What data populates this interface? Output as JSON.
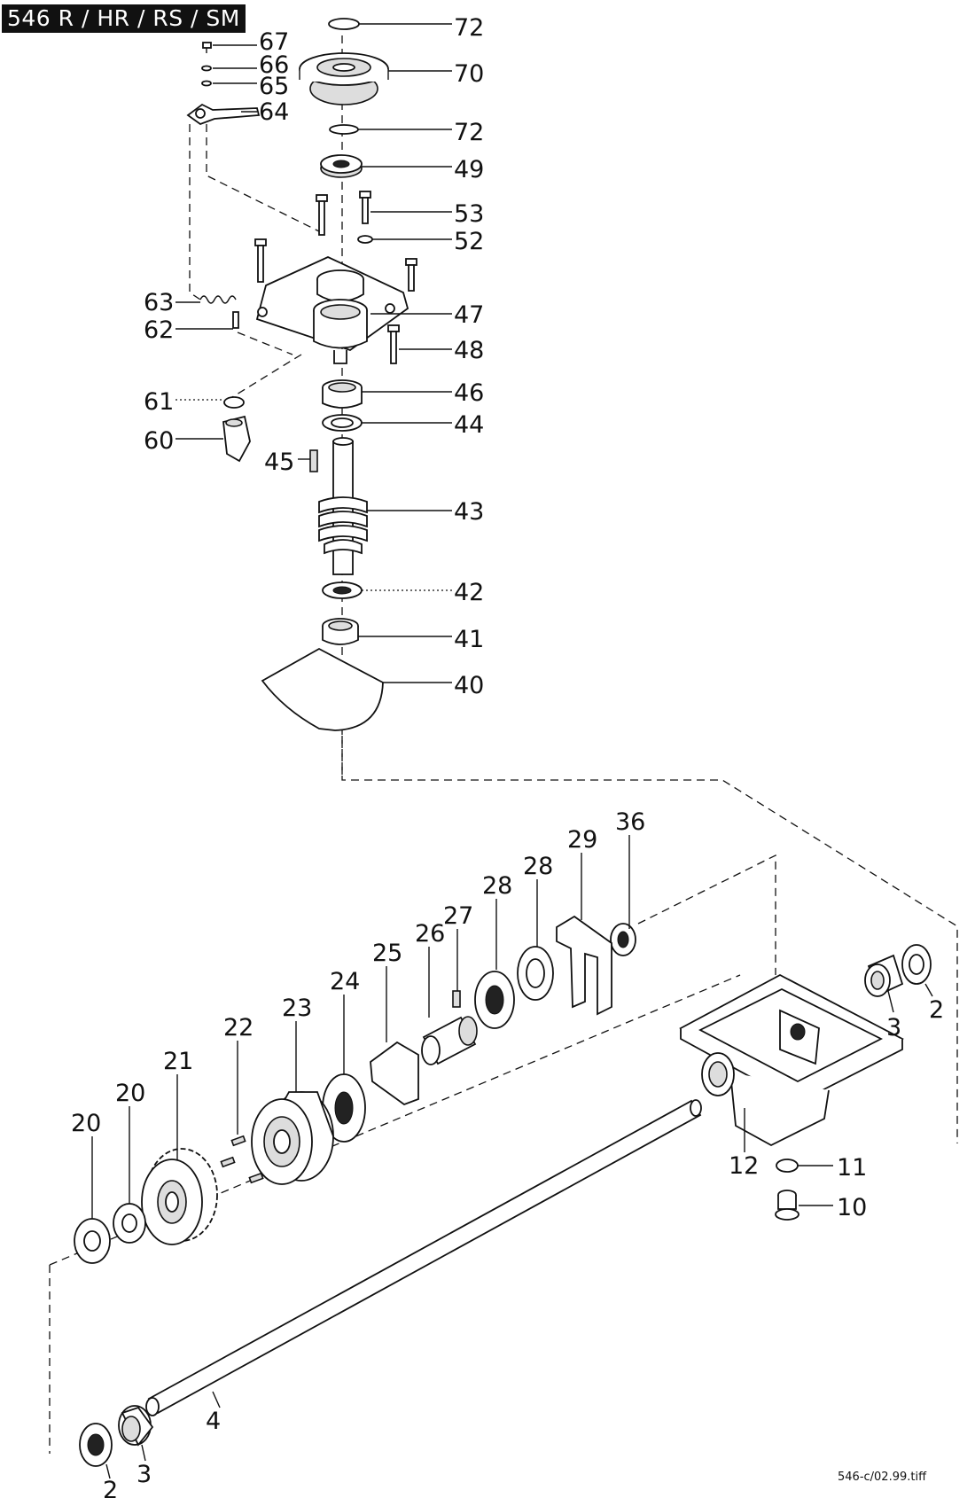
{
  "header": {
    "title": "546 R / HR / RS / SM"
  },
  "footer": {
    "file": "546-c/02.99.tiff"
  },
  "callouts": [
    {
      "id": "c72a",
      "text": "72"
    },
    {
      "id": "c67",
      "text": "67"
    },
    {
      "id": "c66",
      "text": "66"
    },
    {
      "id": "c70",
      "text": "70"
    },
    {
      "id": "c65",
      "text": "65"
    },
    {
      "id": "c64",
      "text": "64"
    },
    {
      "id": "c72b",
      "text": "72"
    },
    {
      "id": "c49",
      "text": "49"
    },
    {
      "id": "c53",
      "text": "53"
    },
    {
      "id": "c52",
      "text": "52"
    },
    {
      "id": "c63",
      "text": "63"
    },
    {
      "id": "c47",
      "text": "47"
    },
    {
      "id": "c62",
      "text": "62"
    },
    {
      "id": "c48",
      "text": "48"
    },
    {
      "id": "c61",
      "text": "61"
    },
    {
      "id": "c46",
      "text": "46"
    },
    {
      "id": "c44",
      "text": "44"
    },
    {
      "id": "c60",
      "text": "60"
    },
    {
      "id": "c45",
      "text": "45"
    },
    {
      "id": "c43",
      "text": "43"
    },
    {
      "id": "c42",
      "text": "42"
    },
    {
      "id": "c41",
      "text": "41"
    },
    {
      "id": "c40",
      "text": "40"
    },
    {
      "id": "c36",
      "text": "36"
    },
    {
      "id": "c29",
      "text": "29"
    },
    {
      "id": "c28a",
      "text": "28"
    },
    {
      "id": "c28b",
      "text": "28"
    },
    {
      "id": "c27",
      "text": "27"
    },
    {
      "id": "c26",
      "text": "26"
    },
    {
      "id": "c25",
      "text": "25"
    },
    {
      "id": "c24",
      "text": "24"
    },
    {
      "id": "c23",
      "text": "23"
    },
    {
      "id": "c22",
      "text": "22"
    },
    {
      "id": "c21",
      "text": "21"
    },
    {
      "id": "c20a",
      "text": "20"
    },
    {
      "id": "c20b",
      "text": "20"
    },
    {
      "id": "c2a",
      "text": "2"
    },
    {
      "id": "c3a",
      "text": "3"
    },
    {
      "id": "c12",
      "text": "12"
    },
    {
      "id": "c11",
      "text": "11"
    },
    {
      "id": "c10",
      "text": "10"
    },
    {
      "id": "c4",
      "text": "4"
    },
    {
      "id": "c3b",
      "text": "3"
    },
    {
      "id": "c2b",
      "text": "2"
    }
  ]
}
